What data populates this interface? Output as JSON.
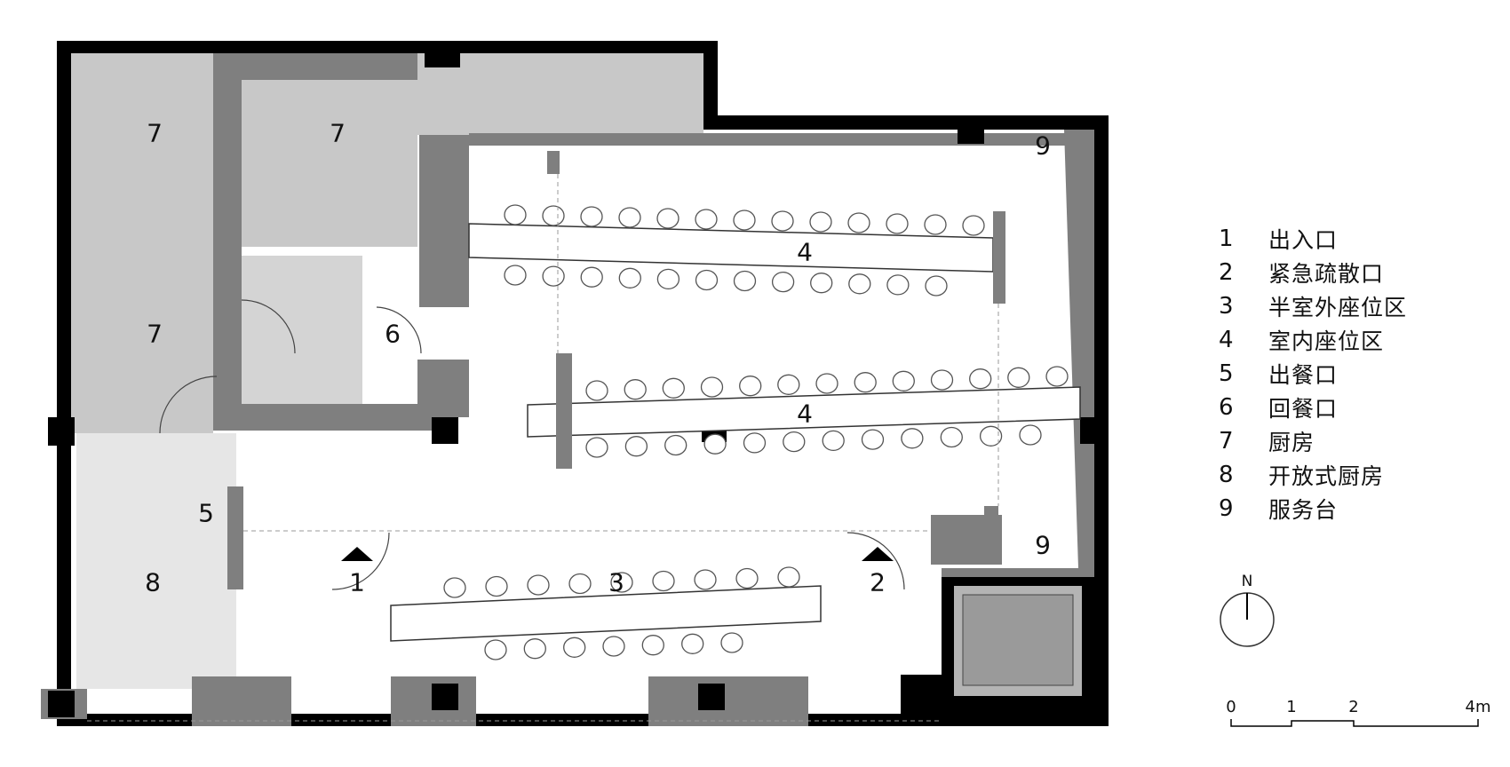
{
  "rooms": [
    {
      "num": "7"
    },
    {
      "num": "7"
    },
    {
      "num": "7"
    },
    {
      "num": "6"
    },
    {
      "num": "5"
    },
    {
      "num": "8"
    },
    {
      "num": "4"
    },
    {
      "num": "4"
    },
    {
      "num": "3"
    },
    {
      "num": "1"
    },
    {
      "num": "2"
    },
    {
      "num": "9"
    },
    {
      "num": "9"
    }
  ],
  "legend": [
    {
      "num": "1",
      "label": "出入口"
    },
    {
      "num": "2",
      "label": "紧急疏散口"
    },
    {
      "num": "3",
      "label": "半室外座位区"
    },
    {
      "num": "4",
      "label": "室内座位区"
    },
    {
      "num": "5",
      "label": "出餐口"
    },
    {
      "num": "6",
      "label": "回餐口"
    },
    {
      "num": "7",
      "label": "厨房"
    },
    {
      "num": "8",
      "label": "开放式厨房"
    },
    {
      "num": "9",
      "label": "服务台"
    }
  ],
  "north": {
    "label": "N"
  },
  "scale": {
    "ticks": [
      "0",
      "1",
      "2",
      "4m"
    ]
  },
  "colors": {
    "wall": "#000000",
    "column": "#7f7f7f",
    "kitchen": "#c8c8c8",
    "open_kitchen": "#e6e6e6",
    "seat_stroke": "#555555"
  }
}
